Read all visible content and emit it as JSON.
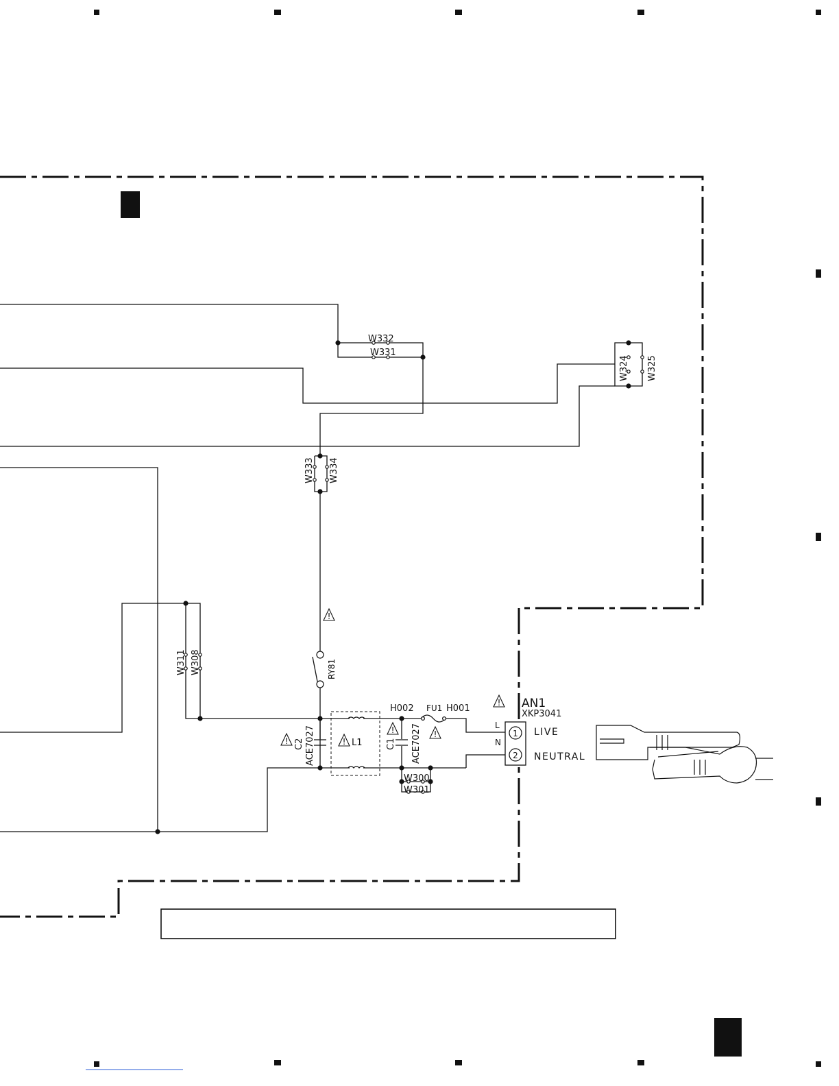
{
  "labels": {
    "w332": "W332",
    "w331": "W331",
    "w324": "W324",
    "w325": "W325",
    "w333": "W333",
    "w334": "W334",
    "w311": "W311",
    "w308": "W308",
    "ry81": "RY81",
    "c2": "C2",
    "c2_part": "ACE7027",
    "l1": "L1",
    "c1": "C1",
    "c1_part": "ACE7027",
    "h002": "H002",
    "fu1": "FU1",
    "h001": "H001",
    "w300": "W300",
    "w301": "W301",
    "an1": "AN1",
    "an1_part": "XKP3041",
    "pin_l": "L",
    "pin_n": "N",
    "terminal_1": "1",
    "terminal_2": "2",
    "live": "LIVE",
    "neutral": "NEUTRAL"
  },
  "caution_symbol": "!"
}
